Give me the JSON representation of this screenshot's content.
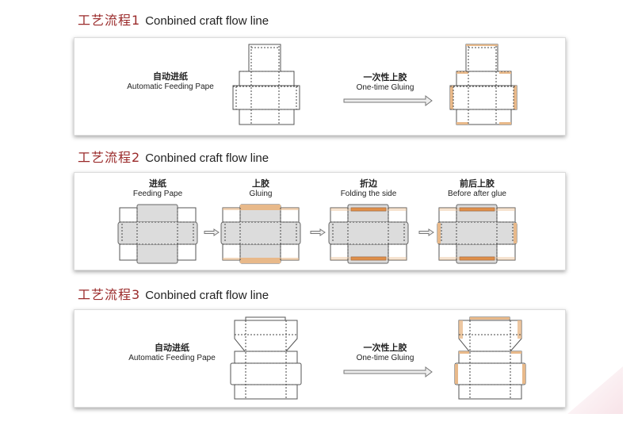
{
  "sections": [
    {
      "cn": "工艺流程1",
      "en": "Conbined craft flow line",
      "step1": {
        "cn": "自动进纸",
        "en": "Automatic Feeding Pape"
      },
      "step2": {
        "cn": "一次性上胶",
        "en": "One-time Gluing"
      }
    },
    {
      "cn": "工艺流程2",
      "en": "Conbined craft flow line",
      "steps": [
        {
          "cn": "进纸",
          "en": "Feeding Pape"
        },
        {
          "cn": "上胶",
          "en": "Gluing"
        },
        {
          "cn": "折边",
          "en": "Folding the side"
        },
        {
          "cn": "前后上胶",
          "en": "Before after glue"
        }
      ]
    },
    {
      "cn": "工艺流程3",
      "en": "Conbined craft flow line",
      "step1": {
        "cn": "自动进纸",
        "en": "Automatic Feeding Pape"
      },
      "step2": {
        "cn": "一次性上胶",
        "en": "One-time Gluing"
      }
    }
  ],
  "colors": {
    "title": "#9a2a2a",
    "glue": "#e8b98a",
    "glue_dark": "#d9731e",
    "panel_gray": "#dcdcdc",
    "line": "#555555"
  }
}
